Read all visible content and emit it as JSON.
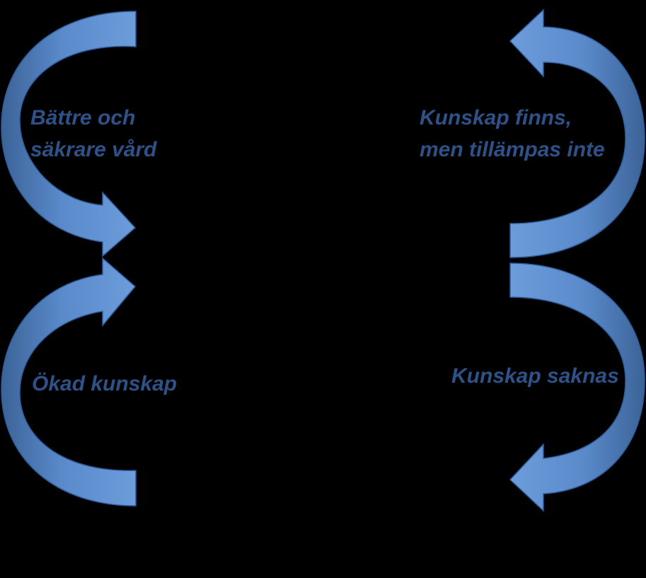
{
  "labels": {
    "top_left": "Bättre och\nsäkrare vård",
    "top_right": "Kunskap finns,\nmen tillämpas inte",
    "bottom_left": "Ökad kunskap",
    "bottom_right": "Kunskap saknas"
  },
  "colors": {
    "background": "#000000",
    "arrow_light": "#6D9CDB",
    "arrow_mid": "#4F81BD",
    "arrow_dark": "#3B6397",
    "arrow_stroke": "#2E5C99",
    "label_text": "#2E5288"
  }
}
